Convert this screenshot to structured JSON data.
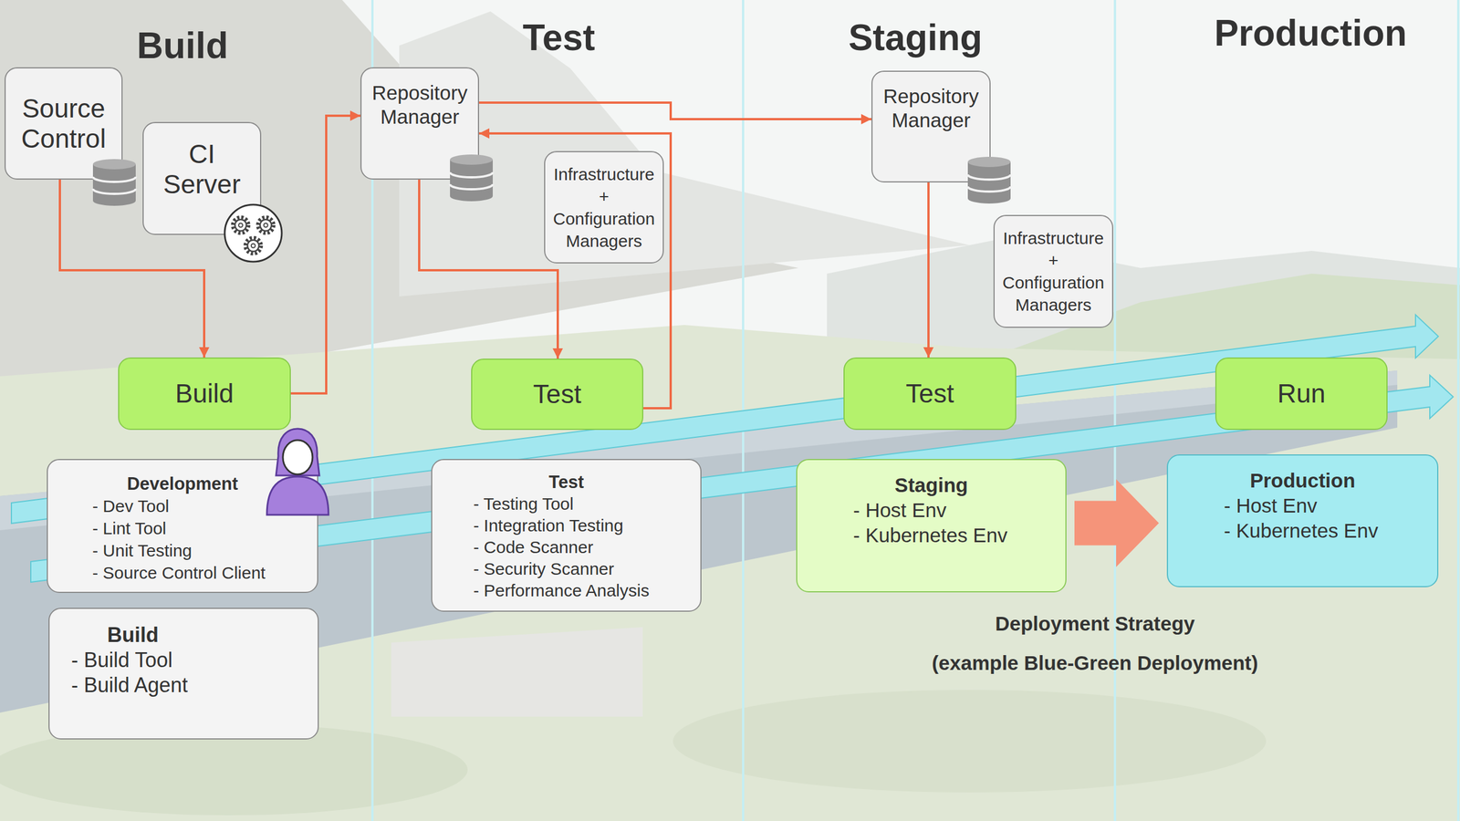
{
  "diagram": {
    "nodes": [
      {
        "text": [
          "Source Control"
        ]
      },
      {
        "text": [
          "CI Server"
        ]
      },
      {
        "text": [
          "Build"
        ]
      },
      {
        "text": [
          "Development",
          "- Dev Tool",
          "- Lint Tool",
          "- Unit Testing",
          "- Source Control Client"
        ]
      },
      {
        "text": [
          "Build",
          "- Build Tool",
          "- Build Agent"
        ]
      },
      {
        "text": [
          "Repository Manager"
        ]
      },
      {
        "text": [
          "Infrastructure + Configuration Managers"
        ]
      },
      {
        "text": [
          "Test"
        ]
      },
      {
        "text": [
          "Test",
          "- Testing Tool",
          "- Integration Testing",
          "- Code Scanner",
          "- Security Scanner",
          "- Performance Analysis"
        ]
      },
      {
        "text": [
          "Repository Manager"
        ]
      },
      {
        "text": [
          "Infrastructure + Configuration Managers"
        ]
      },
      {
        "text": [
          "Test"
        ]
      },
      {
        "text": [
          "Staging",
          "- Host Env",
          "- Kubernetes Env"
        ]
      },
      {
        "text": [
          "Run"
        ]
      },
      {
        "text": [
          "Production",
          "- Host Env",
          "- Kubernetes Env"
        ]
      }
    ],
    "edges": [
      {
        "from": 0,
        "to": 2,
        "arrow": "to"
      },
      {
        "from": 2,
        "to": 5,
        "arrow": "to"
      },
      {
        "from": 5,
        "to": 7,
        "arrow": "to"
      },
      {
        "from": 7,
        "to": 5,
        "arrow": "to"
      },
      {
        "from": 5,
        "to": 9,
        "arrow": "to"
      },
      {
        "from": 9,
        "to": 11,
        "arrow": "to"
      },
      {
        "from": 12,
        "to": 14,
        "arrow": "to"
      }
    ],
    "labels": [
      "Build",
      "Test",
      "Staging",
      "Production",
      "Deployment Strategy",
      "(example Blue-Green Deployment)"
    ]
  }
}
